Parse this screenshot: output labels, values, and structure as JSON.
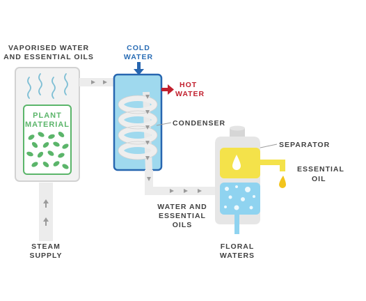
{
  "labels": {
    "vapor_line1": "VAPORISED WATER",
    "vapor_line2": "AND ESSENTIAL OILS",
    "cold_line1": "COLD",
    "cold_line2": "WATER",
    "hot_line1": "HOT",
    "hot_line2": "WATER",
    "condenser": "CONDENSER",
    "separator": "SEPARATOR",
    "essential_line1": "ESSENTIAL",
    "essential_line2": "OIL",
    "plant_line1": "PLANT",
    "plant_line2": "MATERIAL",
    "water_oils_line1": "WATER AND",
    "water_oils_line2": "ESSENTIAL",
    "water_oils_line3": "OILS",
    "steam_line1": "STEAM",
    "steam_line2": "SUPPLY",
    "floral_line1": "FLORAL",
    "floral_line2": "WATERS"
  },
  "colors": {
    "outline": "#cfcfcf",
    "pipe": "#ececec",
    "condenser_water": "#9fd9ee",
    "condenser_border": "#2766b0",
    "oil": "#f4e24a",
    "oil_drop": "#f2c41c",
    "floral_water": "#8fd3f0",
    "leaf": "#5bb56a",
    "cold_arrow": "#2766b0",
    "hot_arrow": "#c2202e"
  },
  "icons": [
    "steam-wave-icon",
    "leaf-icon",
    "oil-drop-icon",
    "flow-arrow-icon",
    "bubble-icon"
  ]
}
